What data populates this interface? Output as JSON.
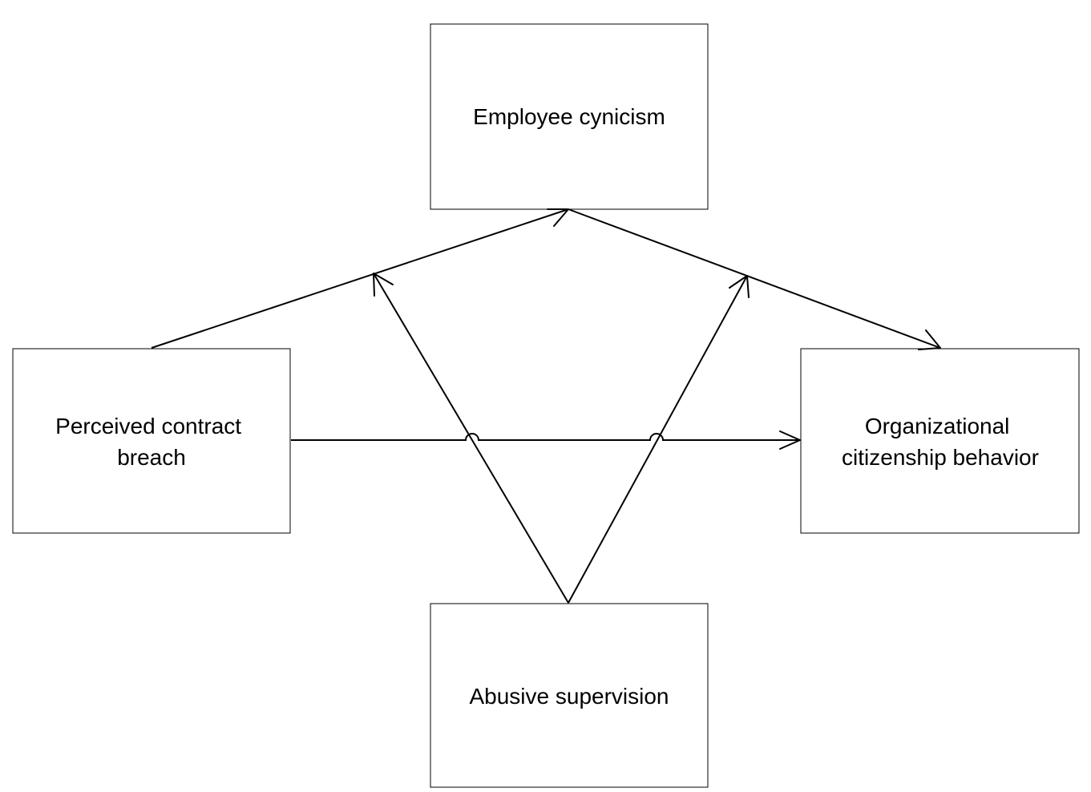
{
  "diagram": {
    "nodes": {
      "employee_cynicism": {
        "lines": [
          "Employee cynicism"
        ]
      },
      "perceived_contract_breach": {
        "lines": [
          "Perceived contract",
          "breach"
        ]
      },
      "organizational_citizenship_behavior": {
        "lines": [
          "Organizational",
          "citizenship behavior"
        ]
      },
      "abusive_supervision": {
        "lines": [
          "Abusive supervision"
        ]
      }
    },
    "edges": [
      {
        "from": "perceived_contract_breach",
        "to": "employee_cynicism",
        "kind": "path"
      },
      {
        "from": "employee_cynicism",
        "to": "organizational_citizenship_behavior",
        "kind": "path"
      },
      {
        "from": "perceived_contract_breach",
        "to": "organizational_citizenship_behavior",
        "kind": "direct path"
      },
      {
        "from": "abusive_supervision",
        "to": "perceived_contract_breach -> employee_cynicism",
        "kind": "moderation"
      },
      {
        "from": "abusive_supervision",
        "to": "employee_cynicism -> organizational_citizenship_behavior",
        "kind": "moderation"
      }
    ],
    "colors": {
      "stroke": "#000000",
      "fill": "#ffffff",
      "text": "#000000"
    }
  }
}
